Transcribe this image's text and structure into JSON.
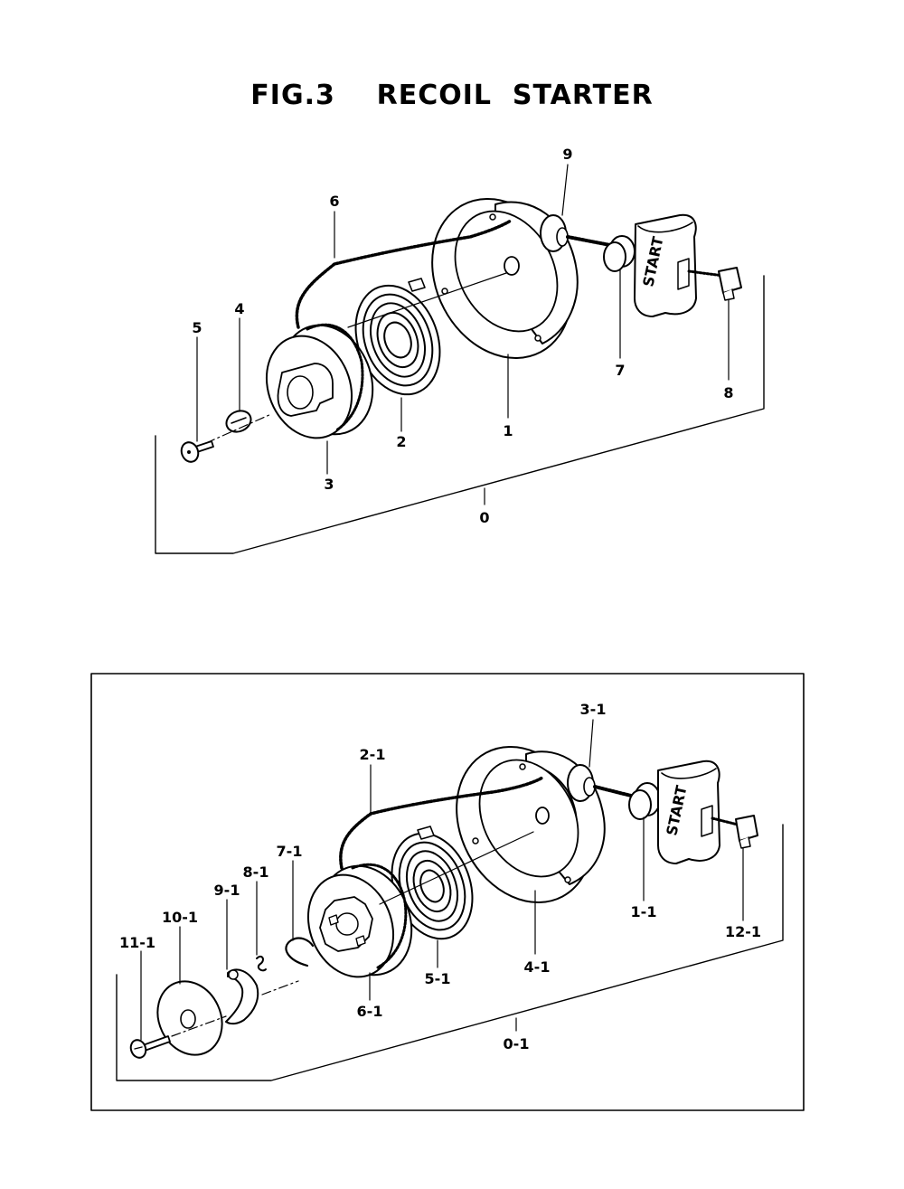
{
  "title": "FIG.3    RECOIL  STARTER",
  "start_text": "START",
  "labels_top": [
    "0",
    "1",
    "2",
    "3",
    "4",
    "5",
    "6",
    "7",
    "8",
    "9"
  ],
  "labels_bottom": [
    "0-1",
    "1-1",
    "2-1",
    "3-1",
    "4-1",
    "5-1",
    "6-1",
    "7-1",
    "8-1",
    "9-1",
    "10-1",
    "11-1",
    "12-1"
  ]
}
